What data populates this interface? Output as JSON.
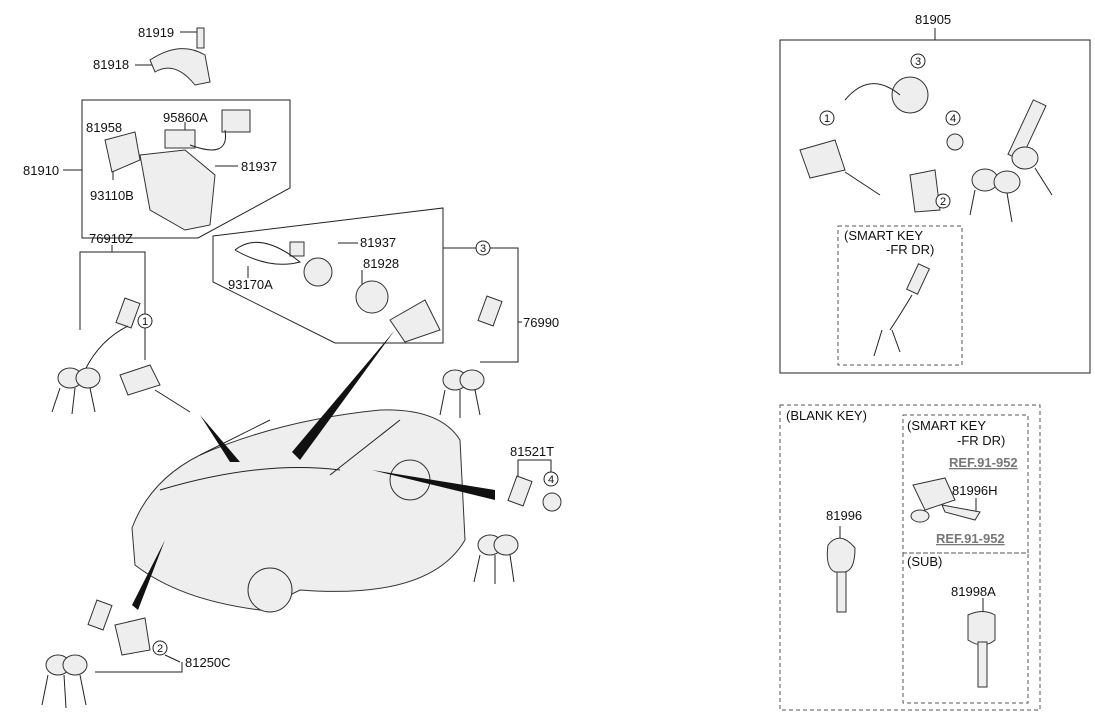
{
  "labels": {
    "p81919": "81919",
    "p81918": "81918",
    "p95860A": "95860A",
    "p81958": "81958",
    "p81910": "81910",
    "p81937a": "81937",
    "p93110B": "93110B",
    "p81937b": "81937",
    "p81928": "81928",
    "p93170A": "93170A",
    "p76910Z": "76910Z",
    "p76990": "76990",
    "p81521T": "81521T",
    "p81250C": "81250C",
    "p81905": "81905",
    "p81996": "81996",
    "p81996H": "81996H",
    "p81998A": "81998A"
  },
  "groups": {
    "smart_key_1": "(SMART KEY",
    "smart_key_2": "-FR DR)",
    "blank_key": "(BLANK KEY)",
    "smart_key_b1": "(SMART KEY",
    "smart_key_b2": "-FR DR)",
    "sub": "(SUB)",
    "ref1": "REF.91-952",
    "ref2": "REF.91-952"
  },
  "callouts": {
    "c1": "1",
    "c2": "2",
    "c3": "3",
    "c4": "4"
  }
}
